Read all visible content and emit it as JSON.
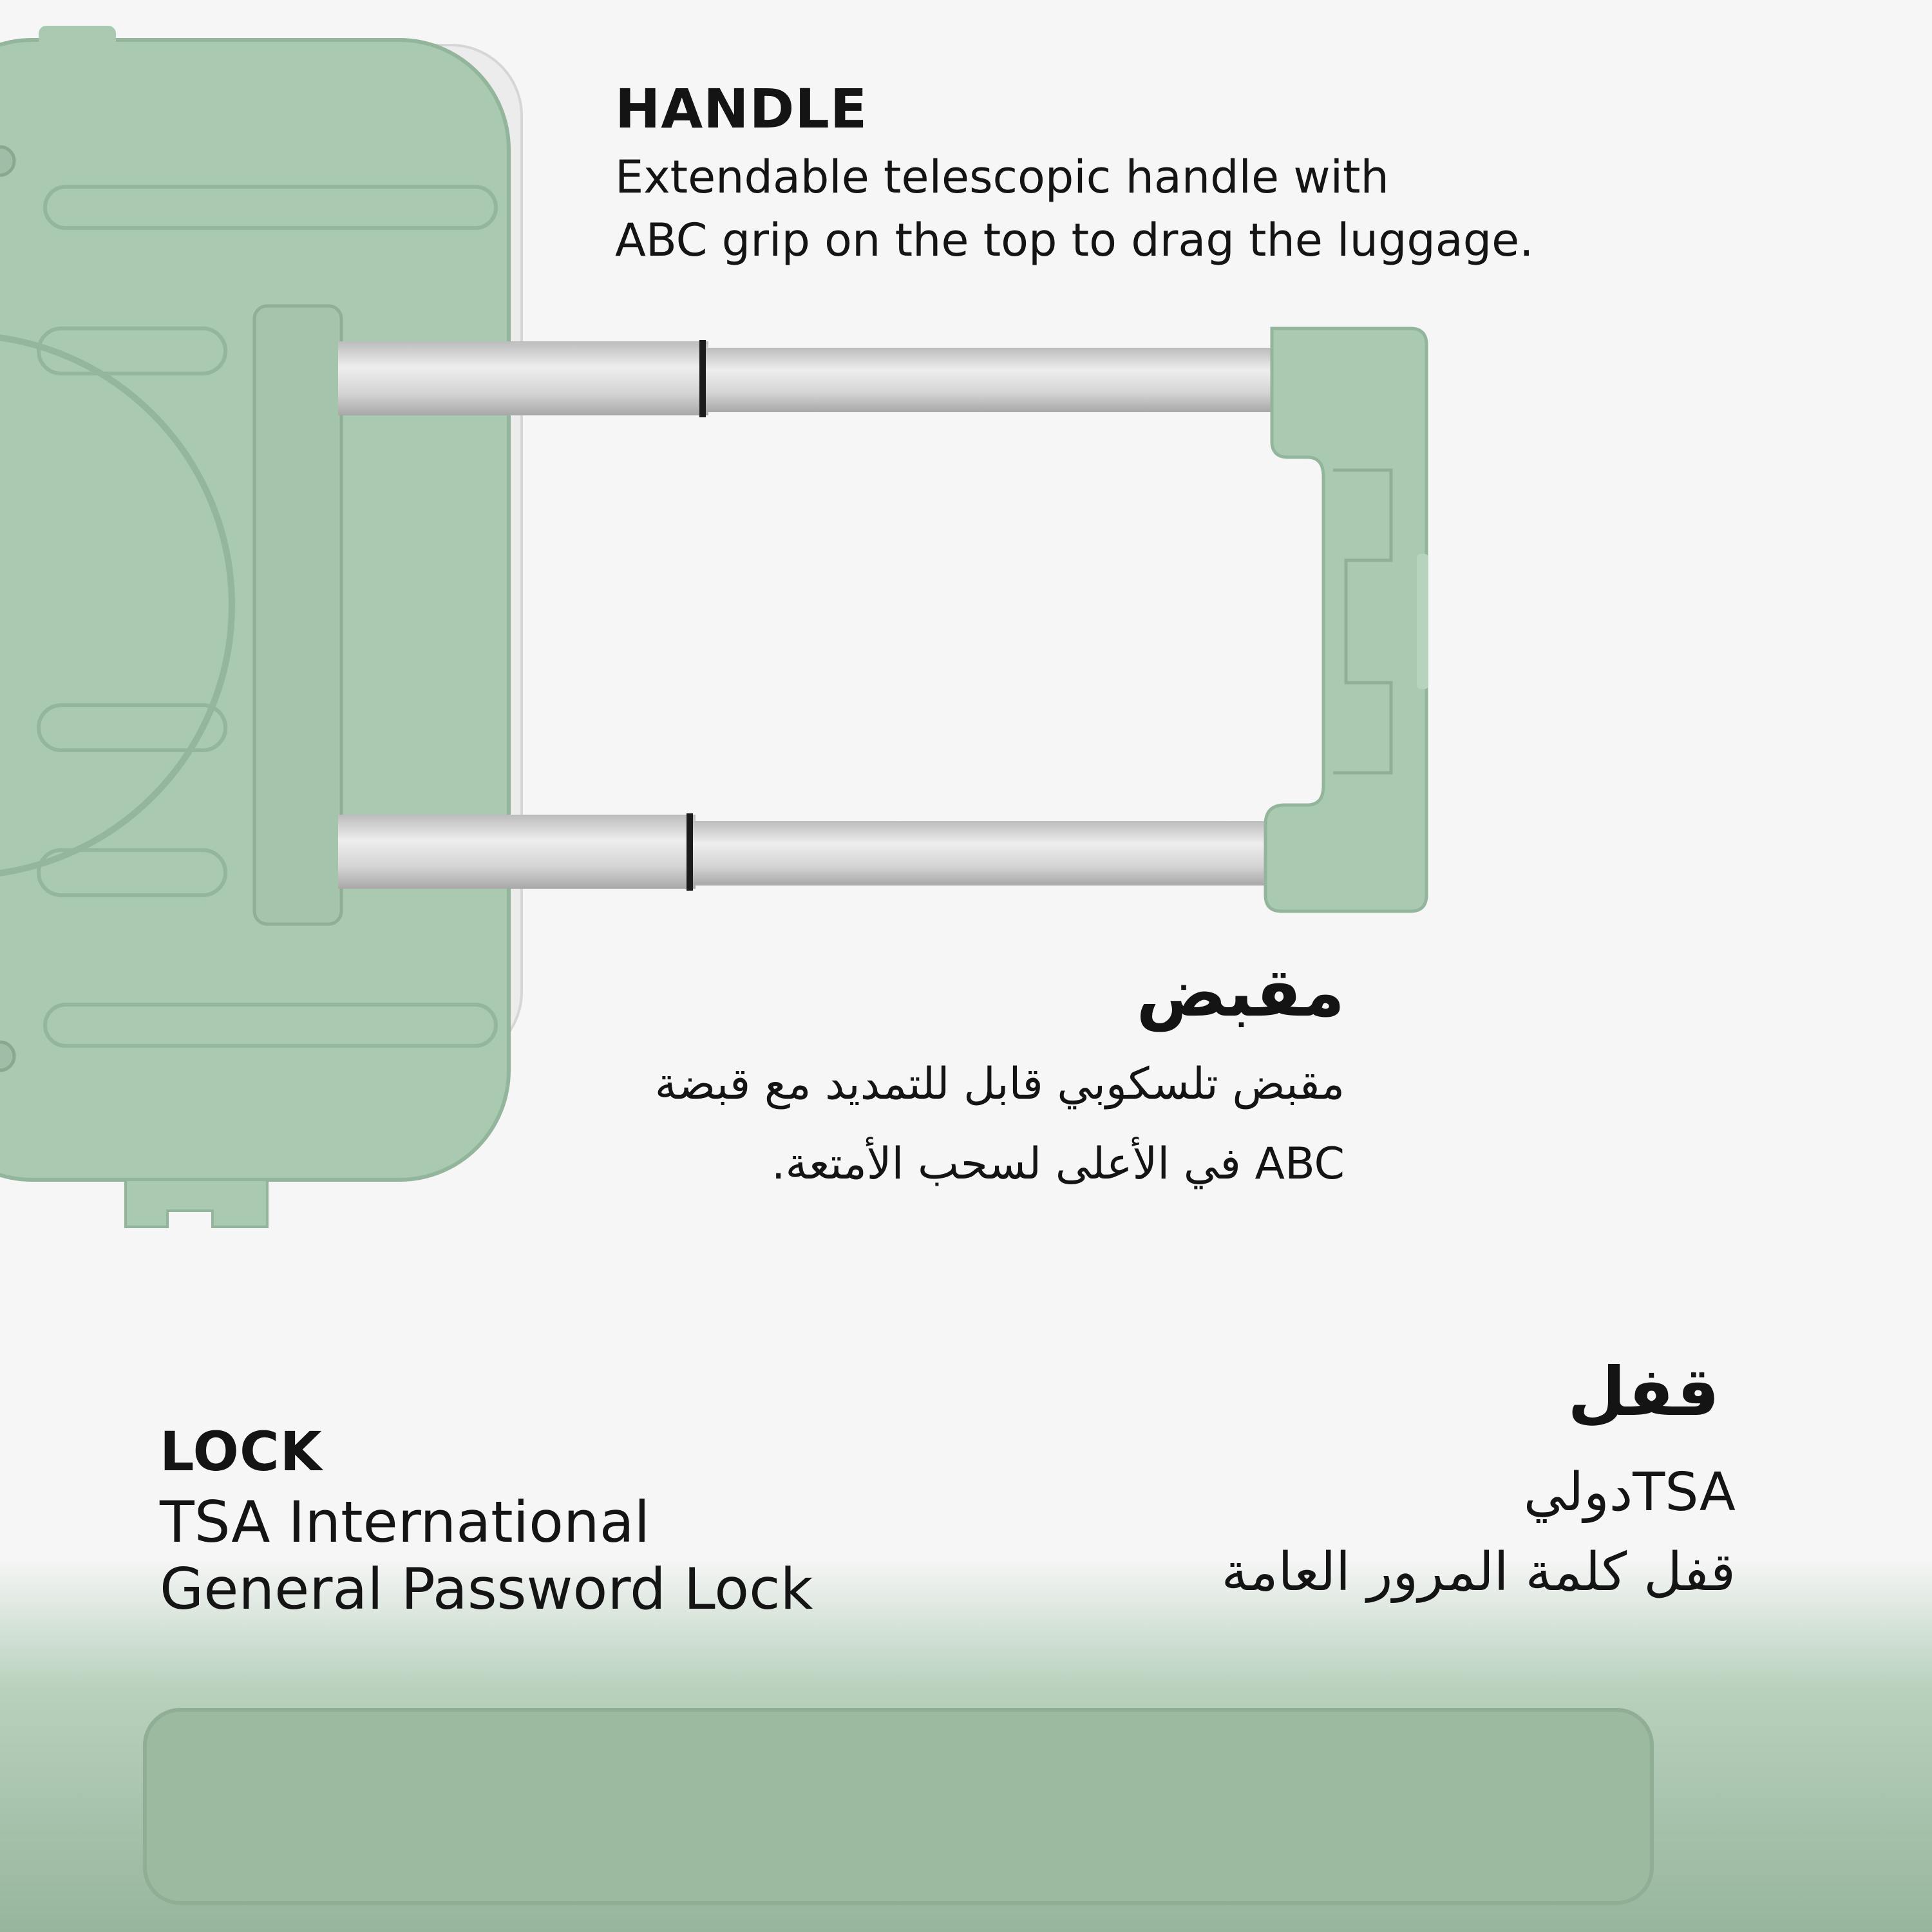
{
  "colors": {
    "background": "#f6f6f6",
    "shell_green": "#a8c9b0",
    "shell_shadow": "#93b59b",
    "trim_white": "#f2f2f2",
    "tube_silver": "#d8d8d8",
    "text": "#141414"
  },
  "handle": {
    "title": "HANDLE",
    "line1": "Extendable telescopic handle with",
    "line2": "ABC grip on the top to drag the luggage."
  },
  "handle_ar": {
    "title": "مقبض",
    "line1": "مقبض تلسكوبي قابل للتمديد مع قبضة",
    "line2": "ABC في الأعلى لسحب الأمتعة."
  },
  "lock": {
    "title": "LOCK",
    "line1": "TSA International",
    "line2": "General Password Lock"
  },
  "lock_ar": {
    "title": "قفل",
    "line1": "TSAدولي",
    "line2": "قفل كلمة المرور العامة"
  }
}
